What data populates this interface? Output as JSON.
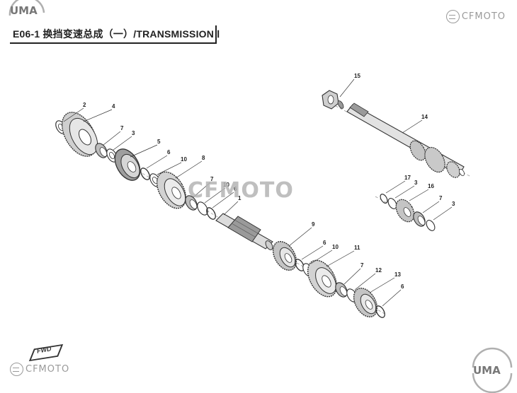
{
  "header": {
    "title": "E06-1 换挡变速总成（一）/TRANSMISSION Ⅰ"
  },
  "brand": {
    "logo_top": "CFMOTO",
    "logo_bottom": "CFMOTO",
    "watermark": "CFMOTO",
    "uma_top": "UMA",
    "uma_bottom": "UMA"
  },
  "fwd_label": "FWD",
  "callouts": [
    "2",
    "4",
    "7",
    "3",
    "5",
    "6",
    "10",
    "8",
    "7",
    "10",
    "6",
    "1",
    "15",
    "14",
    "17",
    "3",
    "16",
    "7",
    "3",
    "9",
    "6",
    "10",
    "11",
    "7",
    "12",
    "13",
    "6"
  ],
  "colors": {
    "ink": "#222222",
    "part_fill": "#d9d9d9",
    "part_dark": "#8a8a8a",
    "watermark": "#b5b5b5"
  }
}
